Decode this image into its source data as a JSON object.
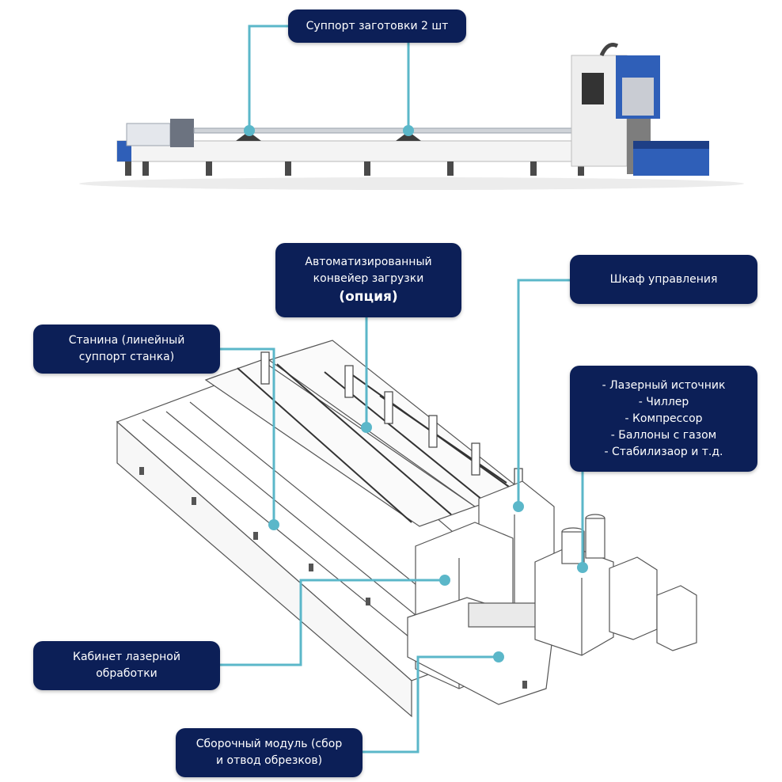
{
  "top_label": "Суппорт заготовки 2 шт",
  "conveyor_label": {
    "line1": "Автоматизированный",
    "line2": "конвейер загрузки",
    "line3": "(опция)"
  },
  "cabinet_label": "Шкаф управления",
  "frame_label": {
    "line1": "Станина (линейный",
    "line2": "суппорт станка)"
  },
  "equipment_label": {
    "items": [
      "- Лазерный источник",
      "- Чиллер",
      "- Компрессор",
      "- Баллоны с газом",
      "- Стабилизаор и т.д."
    ]
  },
  "laser_cabinet_label": {
    "line1": "Кабинет лазерной",
    "line2": "обработки"
  },
  "assembly_label": {
    "line1": "Сборочный модуль (сбор",
    "line2": "и отвод обрезков)"
  },
  "colors": {
    "label_bg": "#0c1f57",
    "leader_line": "#5bb7c9",
    "machine_blue": "#2f5fb8"
  }
}
